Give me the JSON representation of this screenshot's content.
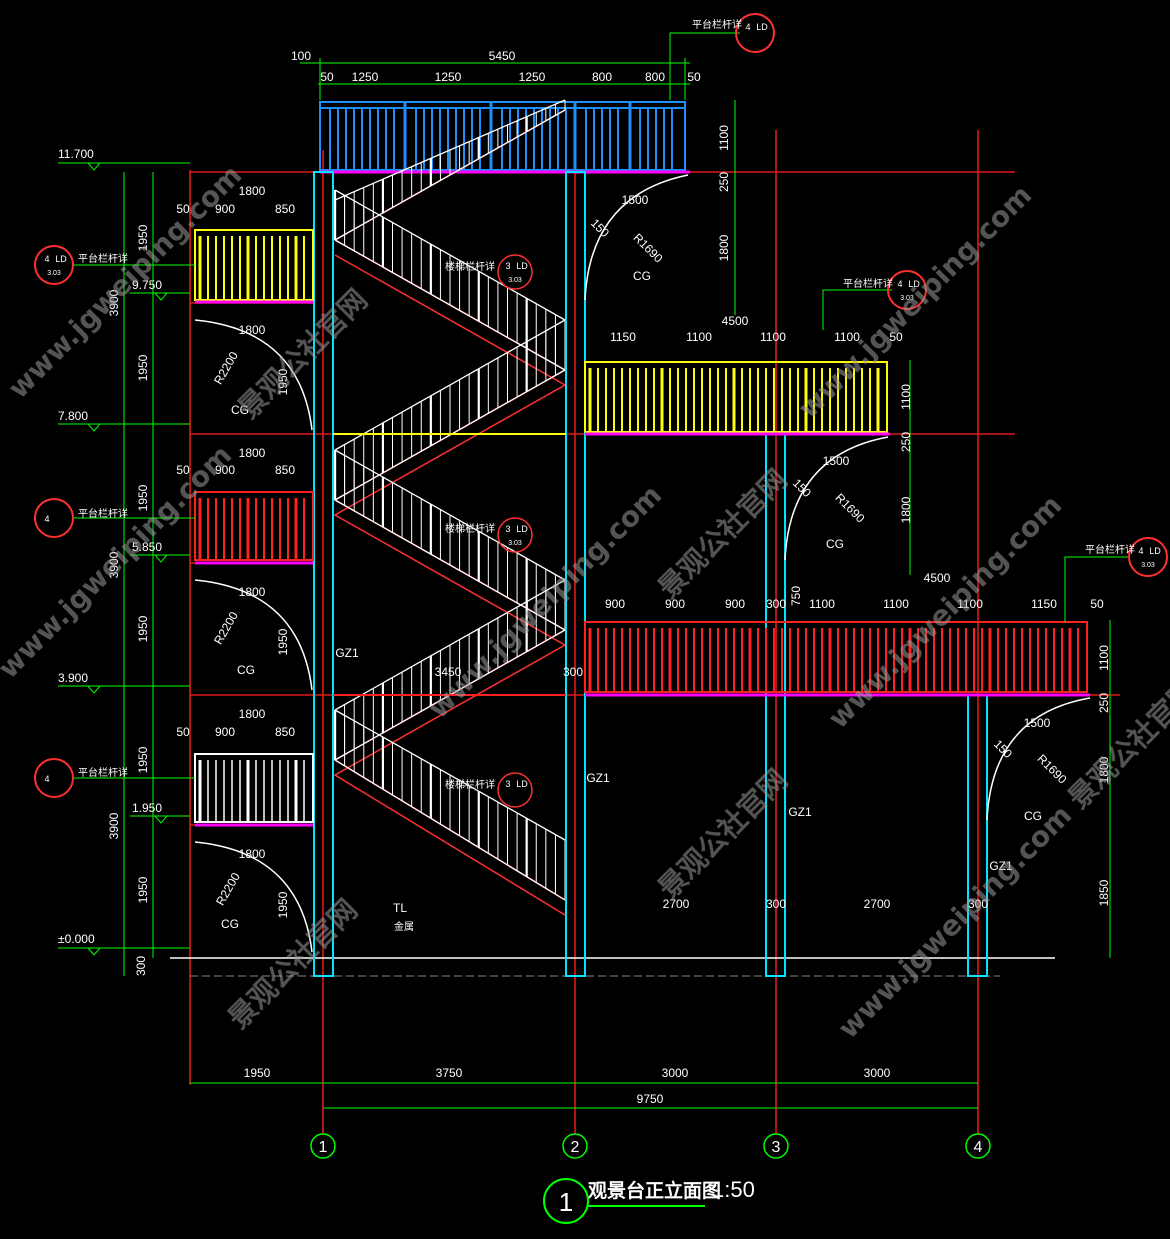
{
  "title": {
    "number": "1",
    "text": "观景台正立面图",
    "scale": "1:50"
  },
  "axes": [
    "1",
    "2",
    "3",
    "4"
  ],
  "colors": {
    "background": "#000000",
    "dimension": "#00ff00",
    "axis_line": "#ff0000",
    "column": "#00ffff",
    "rail_blue": "#1f8fff",
    "rail_yellow": "#ffff00",
    "rail_red": "#ff2020",
    "rail_white": "#ffffff",
    "slab": "#ff00ff",
    "watermark": "#9a9a9a"
  },
  "levels": [
    "11.700",
    "9.750",
    "7.800",
    "5.850",
    "3.900",
    "1.950",
    "±0.000"
  ],
  "top_dims": {
    "overall": "5450",
    "left_offset": "100",
    "segments": [
      "50",
      "1250",
      "1250",
      "1250",
      "800",
      "800",
      "50"
    ]
  },
  "left_dims": {
    "outer": [
      "3900",
      "3900",
      "3900",
      "300"
    ],
    "inner": [
      "1950",
      "1950",
      "1950",
      "1950",
      "1950",
      "1950"
    ]
  },
  "bottom_dims": {
    "segments": [
      "1950",
      "3750",
      "3000",
      "3000"
    ],
    "overall": "9750"
  },
  "labels": {
    "railing": "平台栏杆详",
    "stair_railing": "楼梯栏杆详",
    "column": "GZ1",
    "beam": "TL",
    "beam_sub": "金属",
    "cg": "CG",
    "ref_top": "4",
    "ref_bottom": "LD",
    "ref_sheet": "3.03",
    "stair_ref_top": "3",
    "stair_ref_bottom": "LD",
    "stair_ref_sheet": "3.03"
  },
  "side_dims": {
    "width": "1800",
    "bays": [
      "900",
      "850"
    ],
    "edge": "50",
    "radius": "R2200",
    "height": "1950"
  },
  "right_dims": {
    "bracket_width": "1500",
    "radius": "R1690",
    "bracket_150": "150",
    "rail_h": "1100",
    "slab_h": "250",
    "bracket_h": "1800",
    "base_h": "1850",
    "cantilever": "4500",
    "mid_bays": [
      "1150",
      "1100",
      "1100",
      "1100",
      "50"
    ],
    "low_bays_left": [
      "900",
      "900",
      "900",
      "300"
    ],
    "low_bays_right": [
      "750",
      "1100",
      "1100",
      "1100",
      "1150",
      "50"
    ],
    "stair_run": "3450",
    "col_gap": "300",
    "span": "2700"
  },
  "watermarks": [
    "www.jgweiping.com",
    "景观公社官网"
  ]
}
